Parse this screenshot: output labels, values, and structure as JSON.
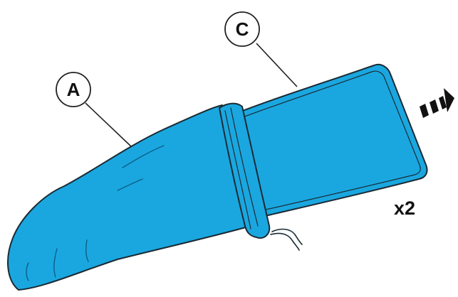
{
  "callouts": {
    "a": {
      "label": "A"
    },
    "c": {
      "label": "C"
    }
  },
  "quantity_label": "x2",
  "direction_arrow": {
    "icon": "dashed-arrow-right-icon",
    "direction": "right"
  },
  "colors": {
    "part_fill": "#1aa7e0",
    "part_stroke": "#1a2a33",
    "detail_lines": "#0c5f86",
    "leader_lines": "#222222",
    "text": "#111111"
  }
}
